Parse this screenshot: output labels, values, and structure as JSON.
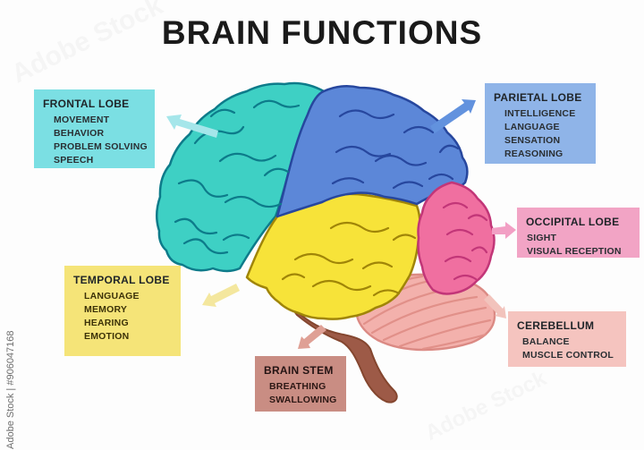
{
  "title": "BRAIN FUNCTIONS",
  "watermark": {
    "side_text": "Adobe Stock | #906047168",
    "diagonal_text": "Adobe Stock"
  },
  "boxes": {
    "frontal": {
      "title": "FRONTAL LOBE",
      "items": [
        "MOVEMENT",
        "BEHAVIOR",
        "PROBLEM SOLVING",
        "SPEECH"
      ],
      "bg": "#7bdfe3"
    },
    "parietal": {
      "title": "PARIETAL LOBE",
      "items": [
        "INTELLIGENCE",
        "LANGUAGE",
        "SENSATION",
        "REASONING"
      ],
      "bg": "#8fb4e8"
    },
    "occipital": {
      "title": "OCCIPITAL LOBE",
      "items": [
        "SIGHT",
        "VISUAL RECEPTION"
      ],
      "bg": "#f2a4c5"
    },
    "cerebellum": {
      "title": "CEREBELLUM",
      "items": [
        "BALANCE",
        "MUSCLE CONTROL"
      ],
      "bg": "#f5c4bf"
    },
    "brainstem": {
      "title": "BRAIN STEM",
      "items": [
        "BREATHING",
        "SWALLOWING"
      ],
      "bg": "#c98d83"
    },
    "temporal": {
      "title": "TEMPORAL LOBE",
      "items": [
        "LANGUAGE",
        "MEMORY",
        "HEARING",
        "EMOTION"
      ],
      "bg": "#f5e478"
    }
  },
  "brain_colors": {
    "frontal_lobe": "#3ed0c4",
    "parietal_lobe": "#5c87d8",
    "occipital_lobe": "#f06fa0",
    "temporal_lobe": "#f7e339",
    "cerebellum": "#f3b1ac",
    "brain_stem": "#9d5a47"
  }
}
